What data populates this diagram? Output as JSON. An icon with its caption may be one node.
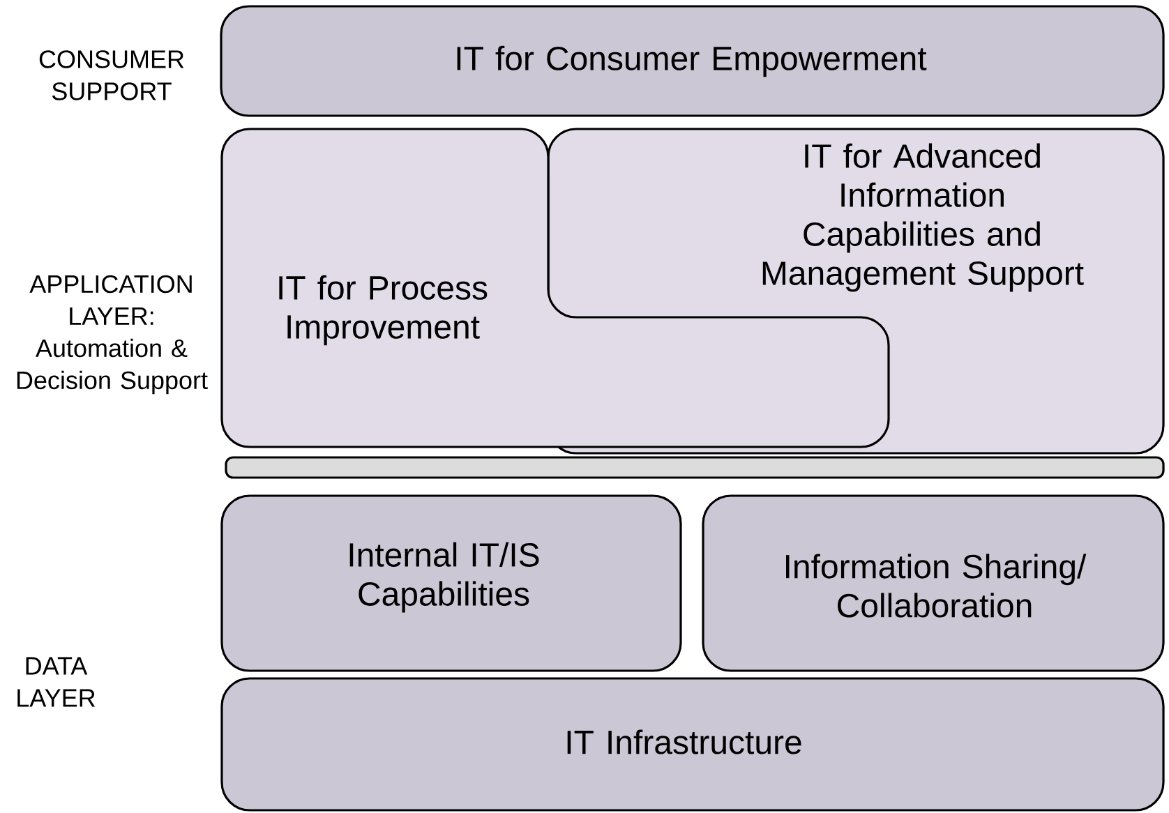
{
  "diagram": {
    "nodes": [
      {
        "text": [
          "IT for Consumer Empowerment"
        ]
      },
      {
        "text": [
          "IT for Process Improvement"
        ]
      },
      {
        "text": [
          "IT for Advanced Information Capabilities and Management Support"
        ]
      },
      {
        "text": [],
        "shape": "bar"
      },
      {
        "text": [
          "Internal IT/IS Capabilities"
        ]
      },
      {
        "text": [
          "Information Sharing/ Collaboration"
        ]
      },
      {
        "text": [
          "IT Infrastructure"
        ]
      }
    ],
    "labels": [
      "CONSUMER SUPPORT",
      "APPLICATION LAYER: Automation & Decision Support",
      "DATA LAYER"
    ]
  }
}
